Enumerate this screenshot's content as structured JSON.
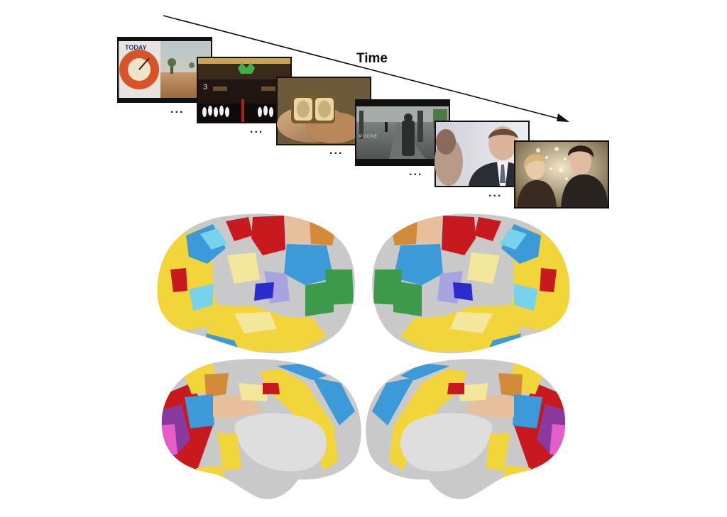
{
  "timeline": {
    "label": "Time",
    "ellipsis": "..."
  },
  "frames": [
    {
      "name": "frame-road-sign",
      "overlay_text": "TODAY"
    },
    {
      "name": "frame-bowling",
      "overlay_text": "3"
    },
    {
      "name": "frame-hands-locket",
      "overlay_text": ""
    },
    {
      "name": "frame-street",
      "overlay_text": "POCKE"
    },
    {
      "name": "frame-man-portrait",
      "overlay_text": ""
    },
    {
      "name": "frame-couple",
      "overlay_text": ""
    }
  ],
  "colors": {
    "cortex_base": "#c9c9c9",
    "red": "#c81a1e",
    "yellow": "#f2d53a",
    "pale_yellow": "#f2e79a",
    "blue": "#3c9ad8",
    "light_blue": "#78d2ec",
    "lavender": "#a8a4e2",
    "dark_blue": "#2b2bd0",
    "green": "#3d9a4a",
    "orange": "#d38b3a",
    "tan": "#e7bf9a",
    "purple": "#8a3a9e",
    "magenta": "#e35fc7"
  }
}
